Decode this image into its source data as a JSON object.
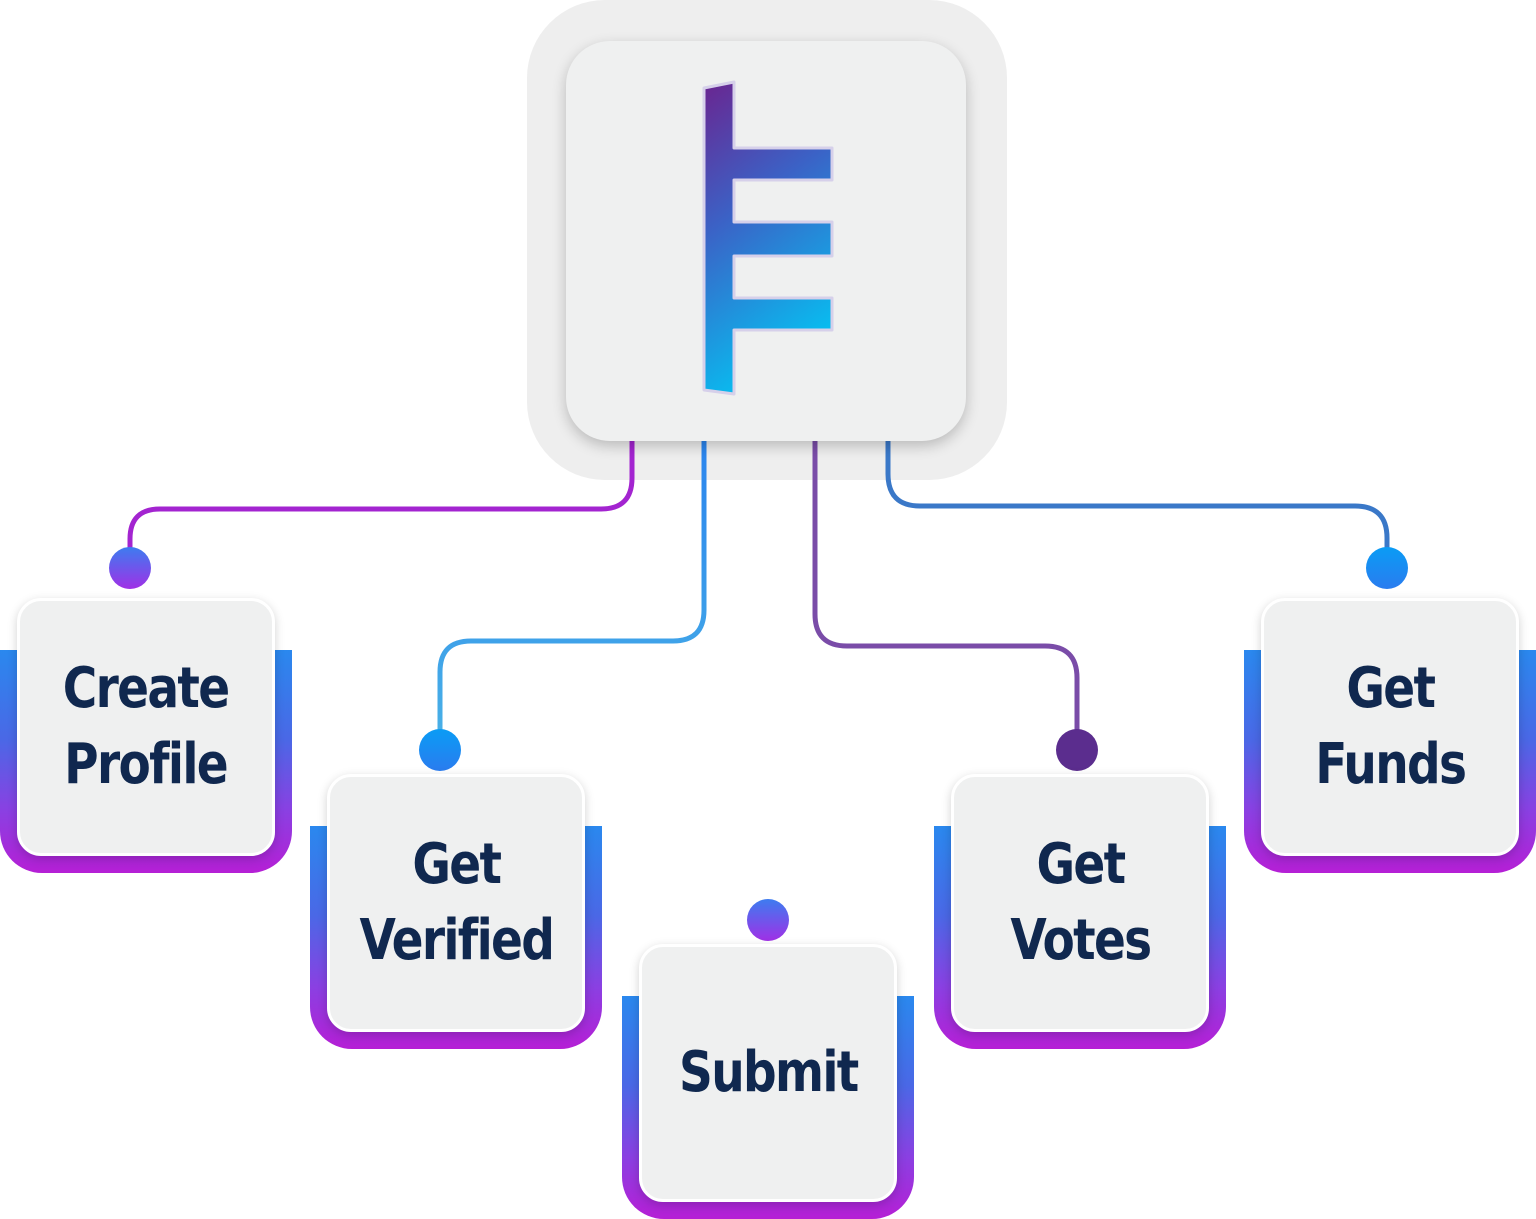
{
  "diagram": {
    "hub": {
      "icon": "ladder-logo-icon"
    },
    "steps": [
      {
        "id": "create-profile",
        "label": "Create\nProfile",
        "dot_color": "#8a3ef0"
      },
      {
        "id": "get-verified",
        "label": "Get\nVerified",
        "dot_color": "#1a8cf2"
      },
      {
        "id": "submit",
        "label": "Submit",
        "dot_color": "#7a3ef0"
      },
      {
        "id": "get-votes",
        "label": "Get\nVotes",
        "dot_color": "#5b2d8e"
      },
      {
        "id": "get-funds",
        "label": "Get\nFunds",
        "dot_color": "#1890f0"
      }
    ],
    "colors": {
      "label_text": "#10284f",
      "card_bg": "#eff0f0",
      "frame_top": "#2a88ee",
      "frame_bottom": "#b51fd5",
      "line_purple": "#a324d0",
      "line_blue": "#2f8df0",
      "line_violet": "#7a4ca8",
      "line_steel": "#3a78c8"
    }
  }
}
